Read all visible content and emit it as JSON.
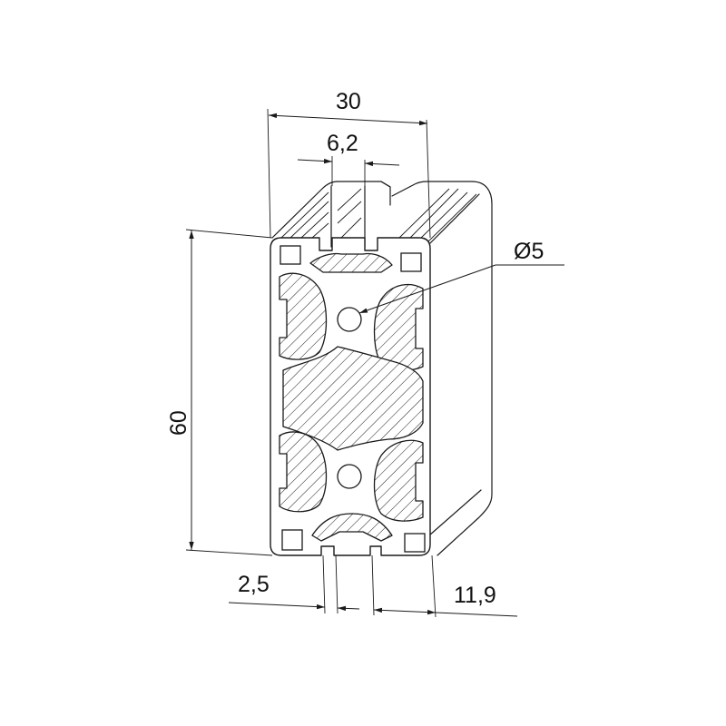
{
  "drawing": {
    "dimensions": {
      "width": "30",
      "slot_width": "6,2",
      "height": "60",
      "hole_diameter": "Ø5",
      "wall": "2,5",
      "offset": "11,9"
    },
    "colors": {
      "line": "#1a1a1a",
      "background": "#ffffff",
      "text": "#111111"
    }
  }
}
